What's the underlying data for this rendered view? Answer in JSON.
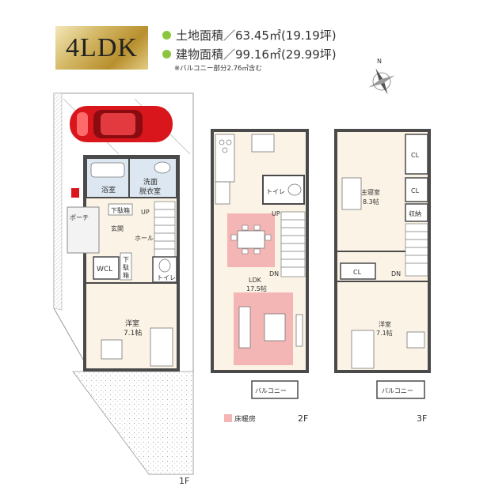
{
  "layout_type": "4LDK",
  "land_area": "土地面積／63.45㎡(19.19坪)",
  "building_area": "建物面積／99.16㎡(29.99坪)",
  "balcony_note": "※バルコニー部分2.76㎡含む",
  "compass_north": "N",
  "floor_heating_legend": "床暖房",
  "colors": {
    "accent_green": "#8cc63f",
    "floor_heating": "#f4b5b5",
    "wall": "#4a4a4a",
    "room_fill": "#fbf3e6",
    "car": "#d9161c"
  },
  "floor1": {
    "floor_label": "1F",
    "bathroom": "浴室",
    "washroom_l1": "洗面",
    "washroom_l2": "脱衣室",
    "porch": "ポーチ",
    "shoe_storage": "下駄箱",
    "entrance": "玄関",
    "hall": "ホール",
    "up": "UP",
    "wcl": "WCL",
    "under_storage_1": "下",
    "under_storage_2": "駄",
    "under_storage_3": "箱",
    "toilet": "トイレ",
    "room_name": "洋室",
    "room_size": "7.1帖"
  },
  "floor2": {
    "floor_label": "2F",
    "toilet": "トイレ",
    "up": "UP",
    "dn": "DN",
    "ldk": "LDK",
    "ldk_size": "17.5帖",
    "balcony": "バルコニー"
  },
  "floor3": {
    "floor_label": "3F",
    "master_name": "主寝室",
    "master_size": "8.3帖",
    "cl1": "CL",
    "cl2": "CL",
    "cl3": "CL",
    "storage": "収納",
    "dn": "DN",
    "room_name": "洋室",
    "room_size": "7.1帖",
    "balcony": "バルコニー"
  }
}
